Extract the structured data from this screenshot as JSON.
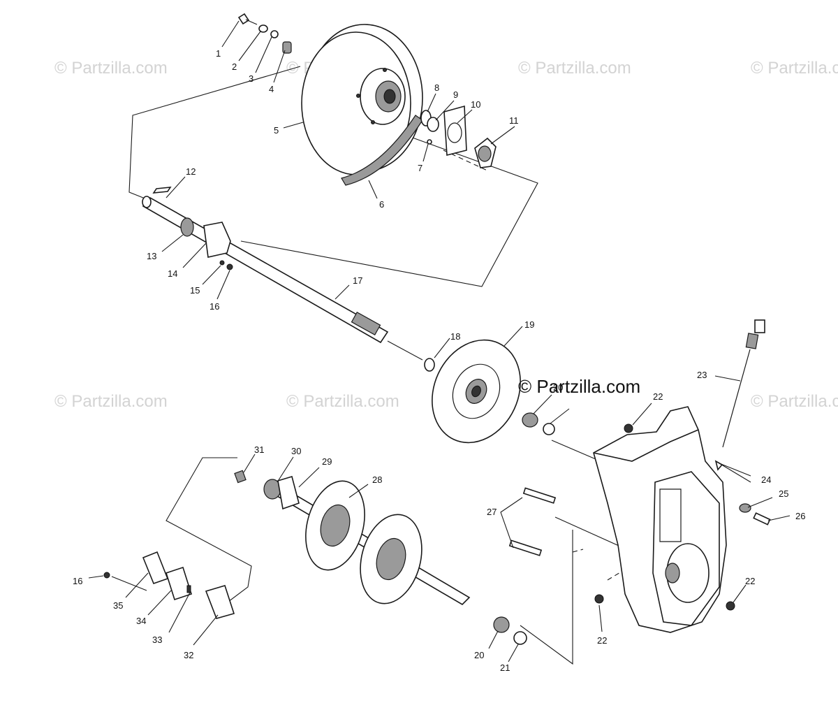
{
  "watermark": {
    "text": "© Partzilla.com",
    "prominent_text": "© Partzilla.com"
  },
  "callouts": {
    "c1": "1",
    "c2": "2",
    "c3": "3",
    "c4": "4",
    "c5": "5",
    "c6": "6",
    "c7": "7",
    "c8": "8",
    "c9": "9",
    "c10": "10",
    "c11": "11",
    "c12": "12",
    "c13": "13",
    "c14": "14",
    "c15": "15",
    "c16a": "16",
    "c16b": "16",
    "c17": "17",
    "c18": "18",
    "c19": "19",
    "c20a": "20",
    "c20b": "20",
    "c21": "21",
    "c22a": "22",
    "c22b": "22",
    "c22c": "22",
    "c23": "23",
    "c24": "24",
    "c25": "25",
    "c26": "26",
    "c27": "27",
    "c28": "28",
    "c29": "29",
    "c30": "30",
    "c31": "31",
    "c32": "32",
    "c33": "33",
    "c34": "34",
    "c35": "35"
  }
}
